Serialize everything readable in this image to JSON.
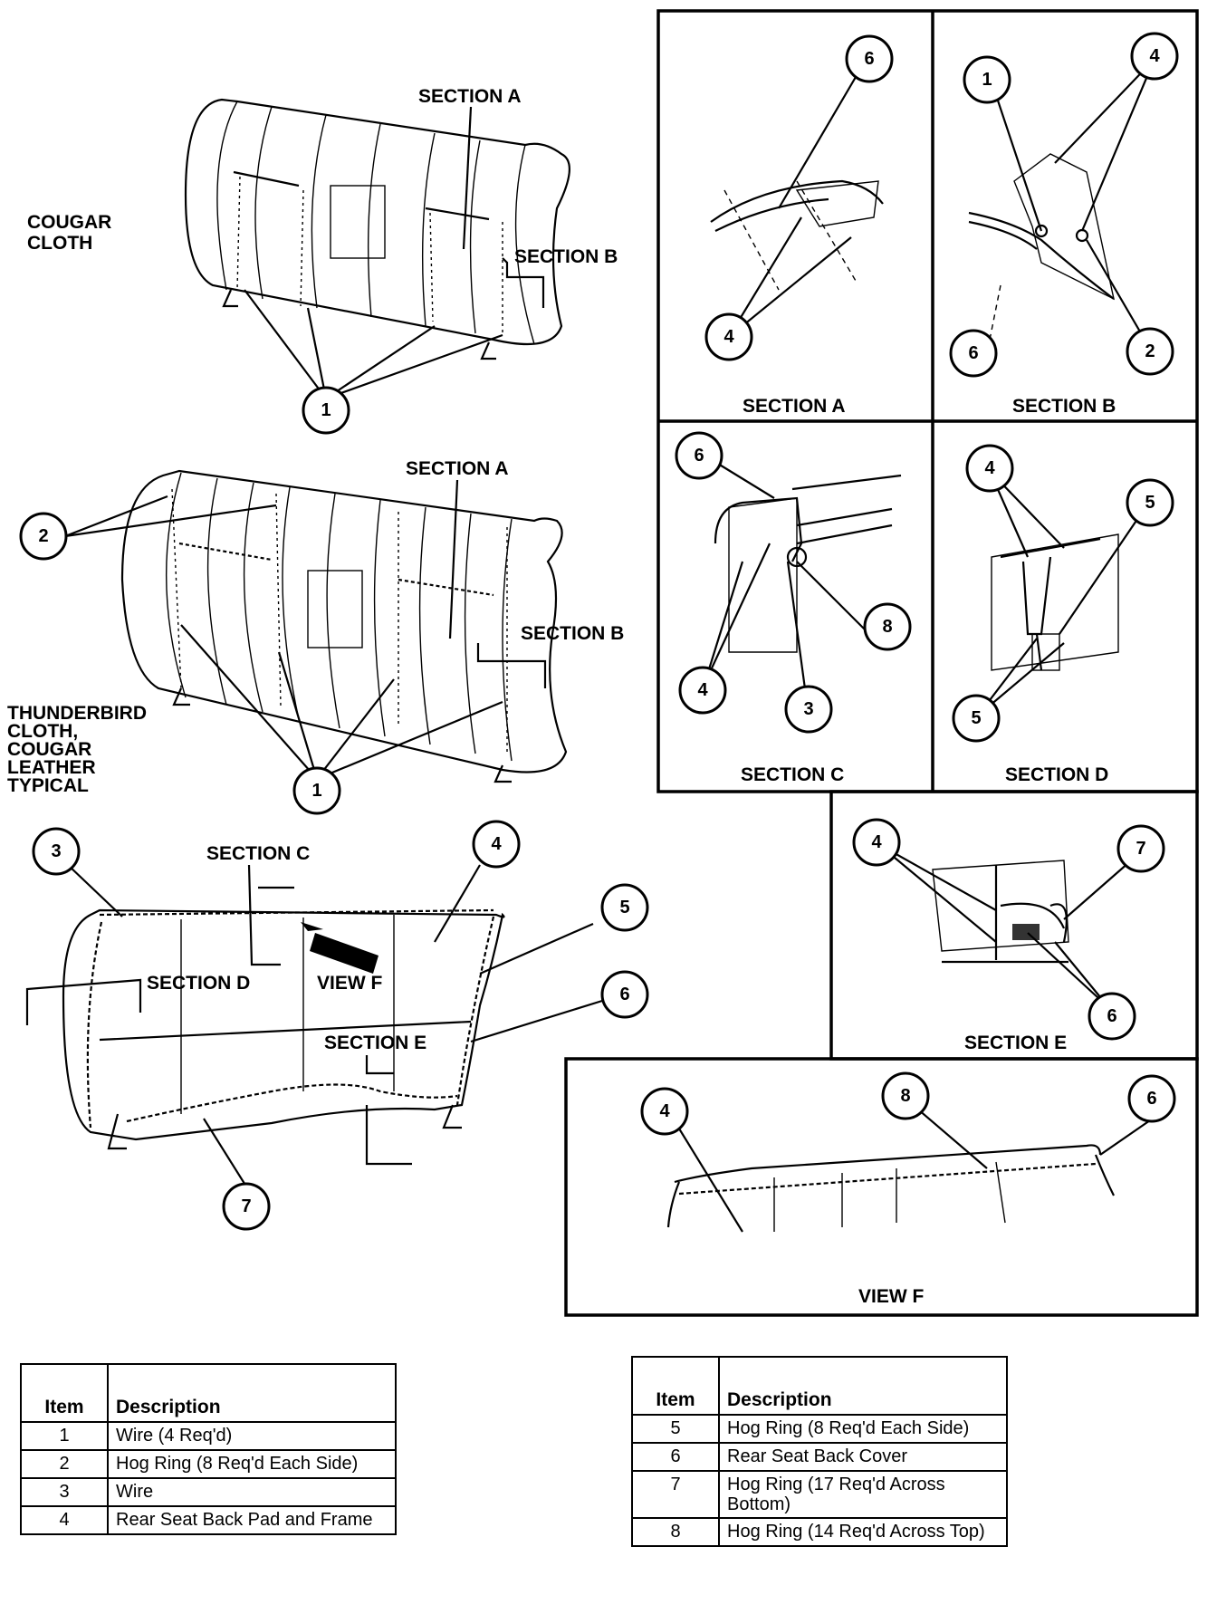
{
  "labels": {
    "cougar_cloth": [
      "COUGAR",
      "CLOTH"
    ],
    "thunderbird": [
      "THUNDERBIRD",
      "CLOTH,",
      "COUGAR",
      "LEATHER",
      "TYPICAL"
    ],
    "section_a": "SECTION A",
    "section_b": "SECTION B",
    "section_c": "SECTION C",
    "section_d": "SECTION D",
    "section_e": "SECTION E",
    "view_f": "VIEW F"
  },
  "callouts": [
    "1",
    "2",
    "3",
    "4",
    "5",
    "6",
    "7",
    "8"
  ],
  "tables": {
    "left": {
      "header": [
        "Item",
        "Description"
      ],
      "rows": [
        {
          "item": "1",
          "description": "Wire (4 Req'd)"
        },
        {
          "item": "2",
          "description": "Hog Ring (8 Req'd Each Side)"
        },
        {
          "item": "3",
          "description": "Wire"
        },
        {
          "item": "4",
          "description": "Rear Seat Back Pad and Frame"
        }
      ]
    },
    "right": {
      "header": [
        "Item",
        "Description"
      ],
      "rows": [
        {
          "item": "5",
          "description": "Hog Ring (8 Req'd Each Side)"
        },
        {
          "item": "6",
          "description": "Rear Seat Back Cover"
        },
        {
          "item": "7",
          "description": "Hog Ring (17 Req'd Across Bottom)"
        },
        {
          "item": "8",
          "description": "Hog Ring (14 Req'd Across Top)"
        }
      ]
    }
  }
}
